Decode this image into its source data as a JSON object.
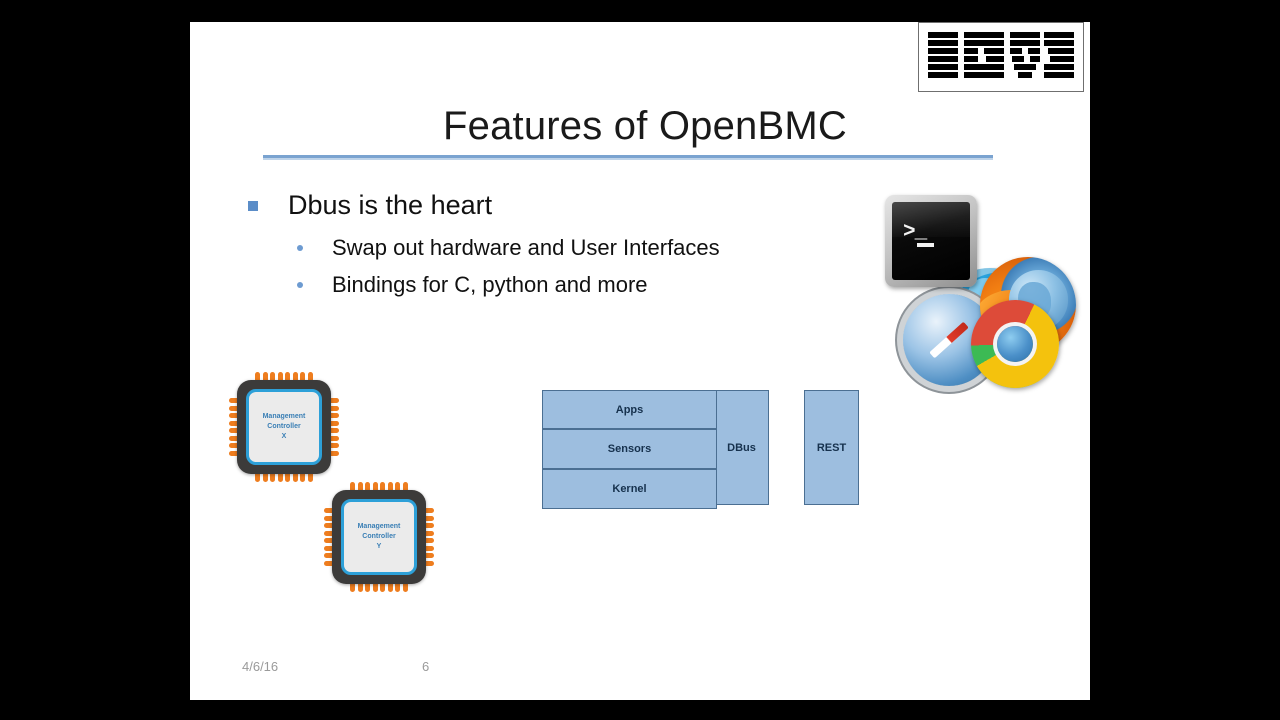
{
  "slide": {
    "title": "Features of OpenBMC",
    "logo": {
      "name": "IBM",
      "alt": "IBM"
    },
    "bullets": [
      {
        "level": 1,
        "marker": "square-bullet",
        "text": "Dbus is the heart"
      },
      {
        "level": 2,
        "marker": "dot-bullet",
        "text": "Swap out hardware and User Interfaces"
      },
      {
        "level": 2,
        "marker": "dot-bullet",
        "text": "Bindings for C, python and more"
      }
    ],
    "icon_cluster": {
      "terminal": {
        "name": "terminal-icon",
        "prompt": ">_"
      },
      "browsers": [
        {
          "name": "internet-explorer-icon",
          "label": "Internet Explorer"
        },
        {
          "name": "safari-icon",
          "label": "Safari"
        },
        {
          "name": "firefox-icon",
          "label": "Firefox"
        },
        {
          "name": "chrome-icon",
          "label": "Chrome"
        }
      ]
    },
    "chips": [
      {
        "name": "management-controller-x",
        "line1": "Management",
        "line2": "Controller",
        "line3": "X"
      },
      {
        "name": "management-controller-y",
        "line1": "Management",
        "line2": "Controller",
        "line3": "Y"
      }
    ],
    "architecture": {
      "stack": [
        {
          "name": "apps",
          "label": "Apps"
        },
        {
          "name": "sensors",
          "label": "Sensors"
        },
        {
          "name": "kernel",
          "label": "Kernel"
        }
      ],
      "dbus": {
        "name": "dbus",
        "label": "DBus"
      },
      "rest": {
        "name": "rest",
        "label": "REST"
      }
    },
    "footer": {
      "date": "4/6/16",
      "page_number": "6"
    },
    "colors": {
      "block_fill": "#9dbedf",
      "block_border": "#4b6f92",
      "rule": "#6f9ccd",
      "bullet_l1": "#5b8dc8",
      "bullet_l2": "#6d9bd1",
      "chip_pin": "#ee7d1e",
      "chip_body": "#3c3b3a",
      "chip_die_border": "#2da0d8",
      "chip_text": "#3a7fb5",
      "footer_text": "#9a9a9a",
      "background": "#000000",
      "slide": "#ffffff"
    }
  }
}
